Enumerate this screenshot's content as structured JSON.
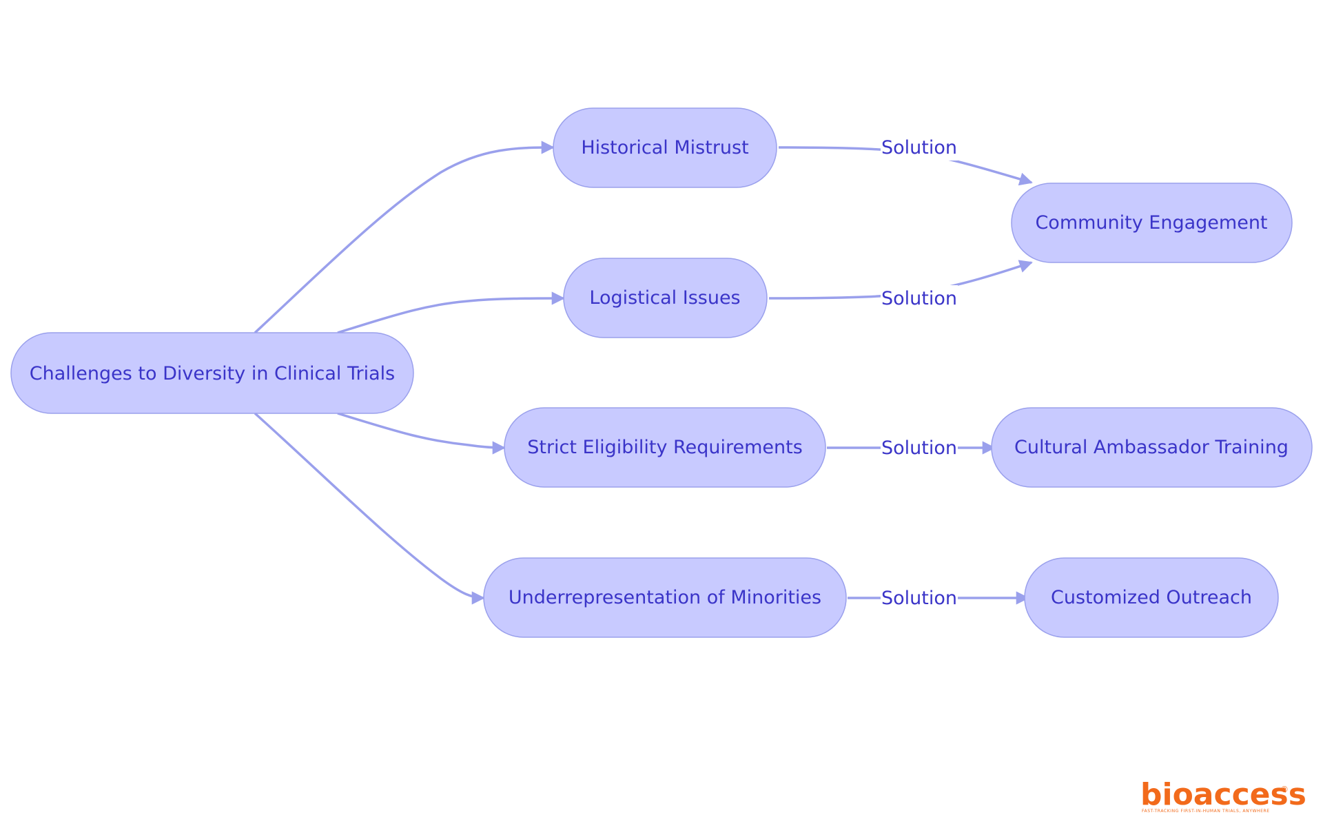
{
  "diagram": {
    "nodes": [
      {
        "id": "root",
        "label": "Challenges to Diversity in Clinical Trials"
      },
      {
        "id": "mistrust",
        "label": "Historical Mistrust"
      },
      {
        "id": "logistical",
        "label": "Logistical Issues"
      },
      {
        "id": "eligibility",
        "label": "Strict Eligibility Requirements"
      },
      {
        "id": "underrep",
        "label": "Underrepresentation of Minorities"
      },
      {
        "id": "community",
        "label": "Community Engagement"
      },
      {
        "id": "ambassador",
        "label": "Cultural Ambassador Training"
      },
      {
        "id": "outreach",
        "label": "Customized Outreach"
      }
    ],
    "edges": [
      {
        "from": "root",
        "to": "mistrust",
        "label": ""
      },
      {
        "from": "root",
        "to": "logistical",
        "label": ""
      },
      {
        "from": "root",
        "to": "eligibility",
        "label": ""
      },
      {
        "from": "root",
        "to": "underrep",
        "label": ""
      },
      {
        "from": "mistrust",
        "to": "community",
        "label": "Solution"
      },
      {
        "from": "logistical",
        "to": "community",
        "label": "Solution"
      },
      {
        "from": "eligibility",
        "to": "ambassador",
        "label": "Solution"
      },
      {
        "from": "underrep",
        "to": "outreach",
        "label": "Solution"
      }
    ]
  },
  "logo": {
    "name": "bioaccess",
    "tagline": "FAST-TRACKING FIRST-IN-HUMAN TRIALS, ANYWHERE",
    "registered": "®"
  },
  "colors": {
    "node_fill": "#c8caff",
    "node_stroke": "#9aa0ec",
    "text": "#3a34c8",
    "edge": "#9aa0ec",
    "logo": "#f26a1b"
  }
}
